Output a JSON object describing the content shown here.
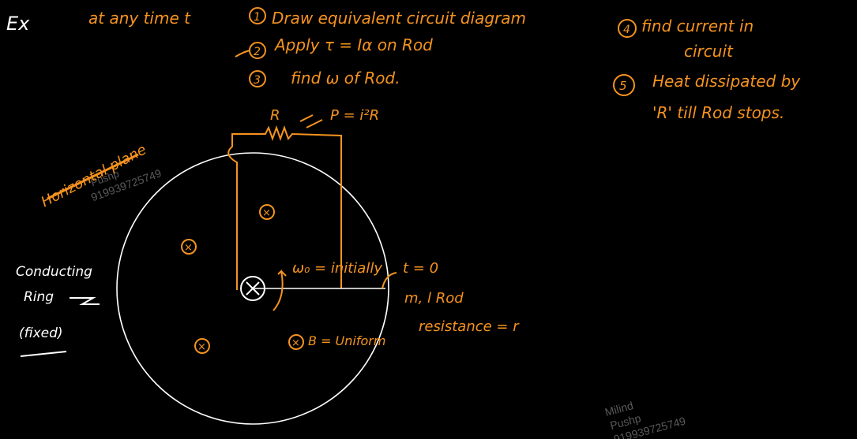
{
  "colors": {
    "background": "#000000",
    "ink_orange": "#f5931f",
    "ink_white": "#ffffff",
    "watermark": "#5a5a5a"
  },
  "header": {
    "ex_label": "Ex",
    "intro": "at any time t",
    "steps": [
      {
        "num": "1",
        "text": "Draw equivalent circuit diagram"
      },
      {
        "num": "2",
        "text": "Apply τ = Iα on Rod"
      },
      {
        "num": "3",
        "text": "find ω of Rod."
      },
      {
        "num": "4",
        "text": "find current in circuit"
      },
      {
        "num": "5",
        "text": "Heat dissipated by 'R' till Rod stops."
      }
    ]
  },
  "diagram": {
    "resistor_label": "R",
    "power_label": "P = i²R",
    "plane_label": "Horizontal plane",
    "ring_label": [
      "Conducting",
      "Ring",
      "(fixed)"
    ],
    "omega_label": "ω₀ = initially",
    "time_label": "t = 0",
    "rod_label": "m, l Rod",
    "resistance_label": "resistance = r",
    "field_label": "B = Uniform",
    "cross_symbol": "×"
  },
  "watermarks": {
    "upper": [
      "Pushp",
      "919939725749"
    ],
    "lower": [
      "Milind",
      "Pushp",
      "919939725749"
    ]
  }
}
